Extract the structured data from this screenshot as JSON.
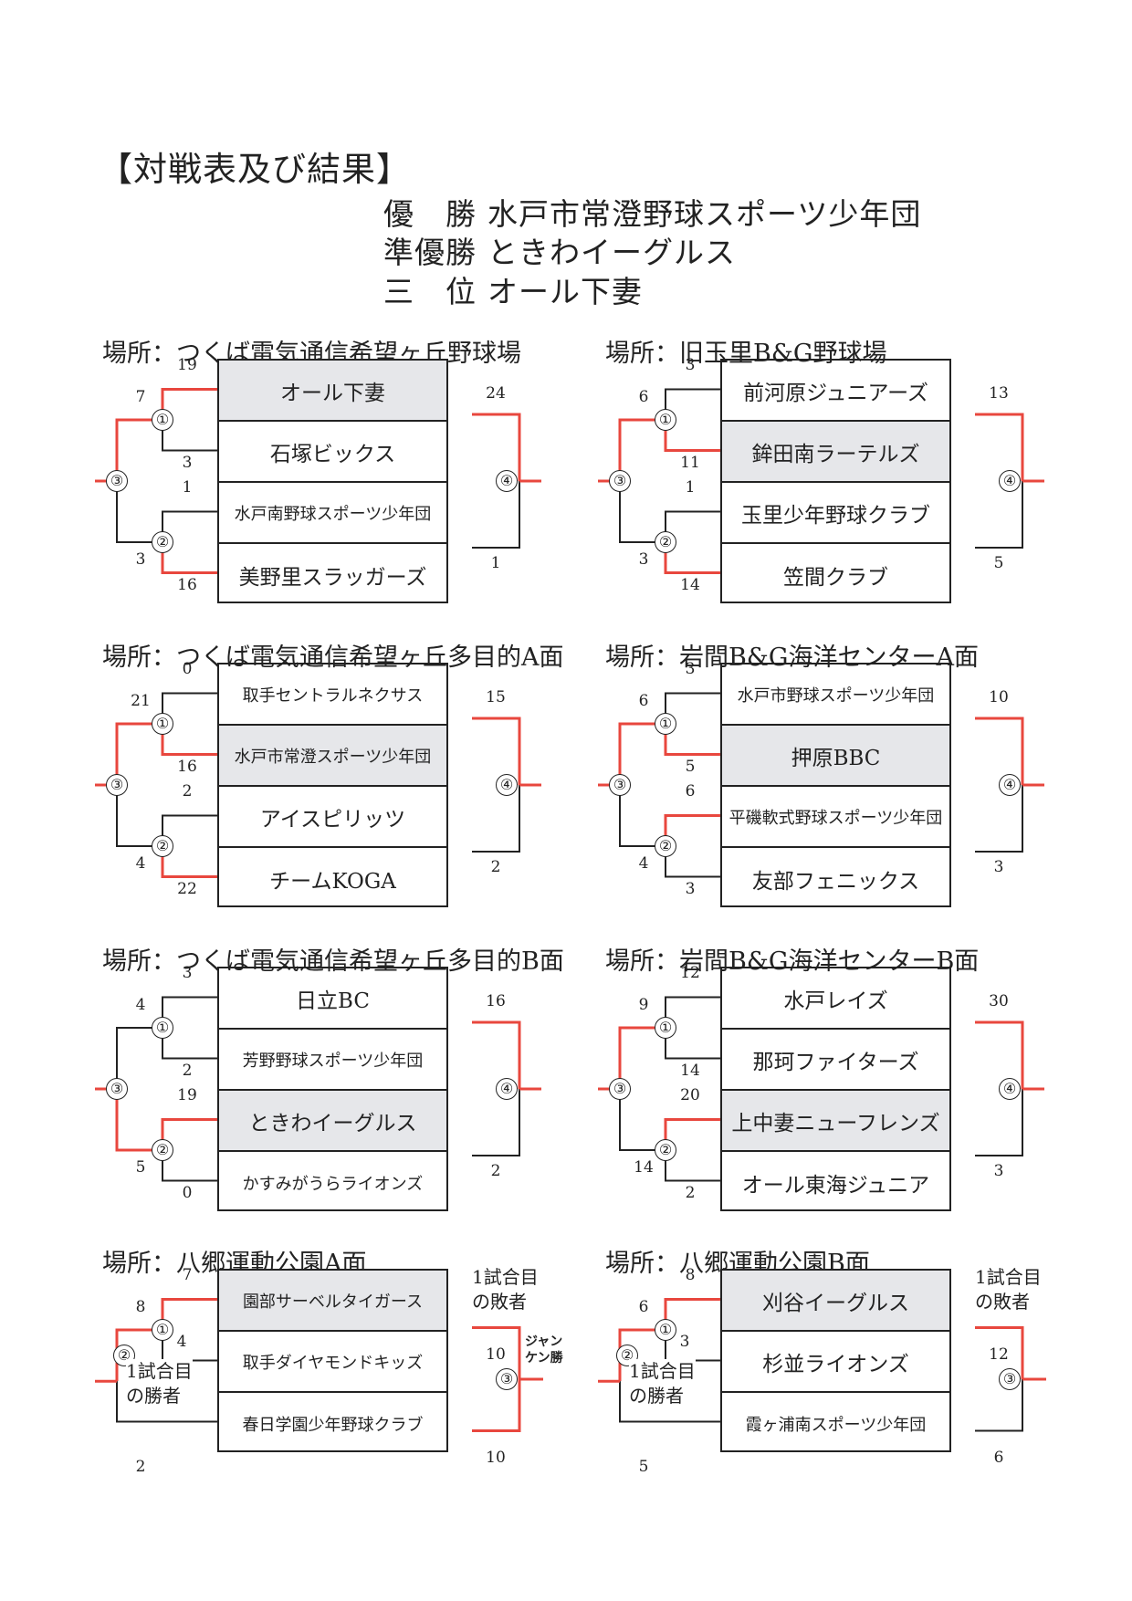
{
  "title": "【対戦表及び結果】",
  "results": [
    {
      "label": "優　勝",
      "team": "水戸市常澄野球スポーツ少年団"
    },
    {
      "label": "準優勝",
      "team": "ときわイーグルス"
    },
    {
      "label": "三　位",
      "team": "オール下妻"
    }
  ],
  "circle_labels": {
    "m1": "①",
    "m2": "②",
    "m3": "③",
    "m4": "④"
  },
  "brackets": [
    {
      "venue": "場所：つくば電気通信希望ヶ丘野球場",
      "teams": [
        "オール下妻",
        "石塚ビックス",
        "水戸南野球スポーツ少年団",
        "美野里スラッガーズ"
      ],
      "winners": [
        0
      ],
      "scores": {
        "m1_top": "19",
        "m1_bot": "3",
        "m2_top": "1",
        "m2_bot": "16",
        "m3_top": "7",
        "m3_bot": "3",
        "m4_top": "24",
        "m4_bot": "1"
      }
    },
    {
      "venue": "場所：旧玉里B&G野球場",
      "teams": [
        "前河原ジュニアーズ",
        "鉾田南ラーテルズ",
        "玉里少年野球クラブ",
        "笠間クラブ"
      ],
      "winners": [
        1
      ],
      "scores": {
        "m1_top": "3",
        "m1_bot": "11",
        "m2_top": "1",
        "m2_bot": "14",
        "m3_top": "6",
        "m3_bot": "3",
        "m4_top": "13",
        "m4_bot": "5"
      }
    },
    {
      "venue": "場所：つくば電気通信希望ヶ丘多目的A面",
      "teams": [
        "取手セントラルネクサス",
        "水戸市常澄スポーツ少年団",
        "アイスピリッツ",
        "チームKOGA"
      ],
      "winners": [
        1
      ],
      "scores": {
        "m1_top": "0",
        "m1_bot": "16",
        "m2_top": "2",
        "m2_bot": "22",
        "m3_top": "21",
        "m3_bot": "4",
        "m4_top": "15",
        "m4_bot": "2"
      }
    },
    {
      "venue": "場所：岩間B&G海洋センターA面",
      "teams": [
        "水戸市野球スポーツ少年団",
        "押原BBC",
        "平磯軟式野球スポーツ少年団",
        "友部フェニックス"
      ],
      "winners": [
        1
      ],
      "scores": {
        "m1_top": "3",
        "m1_bot": "5",
        "m2_top": "6",
        "m2_bot": "3",
        "m3_top": "6",
        "m3_bot": "4",
        "m4_top": "10",
        "m4_bot": "3"
      }
    },
    {
      "venue": "場所：つくば電気通信希望ヶ丘多目的B面",
      "teams": [
        "日立BC",
        "芳野野球スポーツ少年団",
        "ときわイーグルス",
        "かすみがうらライオンズ"
      ],
      "winners": [
        2
      ],
      "scores": {
        "m1_top": "3",
        "m1_bot": "2",
        "m2_top": "19",
        "m2_bot": "0",
        "m3_top": "4",
        "m3_bot": "5",
        "m4_top": "16",
        "m4_bot": "2"
      }
    },
    {
      "venue": "場所：岩間B&G海洋センターB面",
      "teams": [
        "水戸レイズ",
        "那珂ファイターズ",
        "上中妻ニューフレンズ",
        "オール東海ジュニア"
      ],
      "winners": [
        2
      ],
      "scores": {
        "m1_top": "12",
        "m1_bot": "14",
        "m2_top": "20",
        "m2_bot": "2",
        "m3_top": "9",
        "m3_bot": "14",
        "m4_top": "30",
        "m4_bot": "3"
      }
    },
    {
      "venue": "場所：八郷運動公園A面",
      "teams": [
        "園部サーベルタイガース",
        "取手ダイヤモンドキッズ",
        "春日学園少年野球クラブ"
      ],
      "winners": [
        0
      ],
      "scores": {
        "m1_top": "7",
        "m1_bot": "4",
        "m2_top": "8",
        "m2_bot": "2",
        "m3_top": "10",
        "m3_bot": "10"
      },
      "notes": {
        "loser": "1試合目\nの敗者",
        "winner": "1試合目\nの勝者",
        "janken": "ジャン\nケン勝"
      }
    },
    {
      "venue": "場所：八郷運動公園B面",
      "teams": [
        "刈谷イーグルス",
        "杉並ライオンズ",
        "霞ヶ浦南スポーツ少年団"
      ],
      "winners": [
        0
      ],
      "scores": {
        "m1_top": "8",
        "m1_bot": "3",
        "m2_top": "6",
        "m2_bot": "5",
        "m3_top": "12",
        "m3_bot": "6"
      },
      "notes": {
        "loser": "1試合目\nの敗者",
        "winner": "1試合目\nの勝者"
      }
    }
  ],
  "colors": {
    "win_line": "#e8473e",
    "line": "#222222",
    "win_fill": "#e6e7ea"
  }
}
